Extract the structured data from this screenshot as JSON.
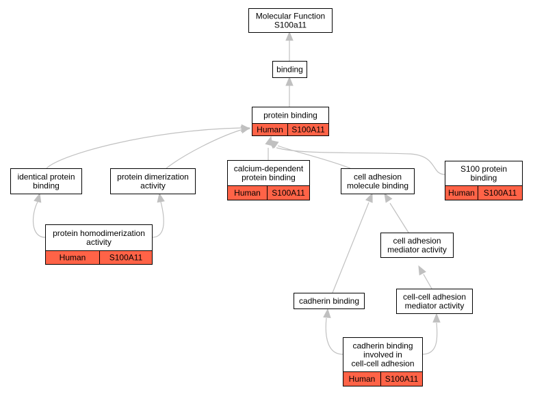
{
  "diagram": {
    "annotation_fill": "#ff6347",
    "edge_color": "#c0c0c0",
    "nodes": [
      {
        "id": "mf",
        "lines": [
          "Molecular Function",
          "S100a11"
        ]
      },
      {
        "id": "binding",
        "lines": [
          "binding"
        ]
      },
      {
        "id": "pb",
        "lines": [
          "protein binding"
        ],
        "annotation": [
          "Human",
          "S100A11"
        ]
      },
      {
        "id": "ipb",
        "lines": [
          "identical protein",
          "binding"
        ]
      },
      {
        "id": "pda",
        "lines": [
          "protein dimerization",
          "activity"
        ]
      },
      {
        "id": "cdpb",
        "lines": [
          "calcium-dependent",
          "protein binding"
        ],
        "annotation": [
          "Human",
          "S100A11"
        ]
      },
      {
        "id": "camb",
        "lines": [
          "cell adhesion",
          "molecule binding"
        ]
      },
      {
        "id": "s100",
        "lines": [
          "S100 protein",
          "binding"
        ],
        "annotation": [
          "Human",
          "S100A11"
        ]
      },
      {
        "id": "phda",
        "lines": [
          "protein homodimerization",
          "activity"
        ],
        "annotation": [
          "Human",
          "S100A11"
        ]
      },
      {
        "id": "cama",
        "lines": [
          "cell adhesion",
          "mediator activity"
        ]
      },
      {
        "id": "cb",
        "lines": [
          "cadherin binding"
        ]
      },
      {
        "id": "ccama",
        "lines": [
          "cell-cell adhesion",
          "mediator activity"
        ]
      },
      {
        "id": "cbicca",
        "lines": [
          "cadherin binding",
          "involved in",
          "cell-cell adhesion"
        ],
        "annotation": [
          "Human",
          "S100A11"
        ]
      }
    ],
    "edges": [
      {
        "from": "binding",
        "to": "mf"
      },
      {
        "from": "pb",
        "to": "binding"
      },
      {
        "from": "ipb",
        "to": "pb"
      },
      {
        "from": "pda",
        "to": "pb"
      },
      {
        "from": "cdpb",
        "to": "pb"
      },
      {
        "from": "camb",
        "to": "pb"
      },
      {
        "from": "s100",
        "to": "pb"
      },
      {
        "from": "phda",
        "to": "ipb"
      },
      {
        "from": "phda",
        "to": "pda"
      },
      {
        "from": "cama",
        "to": "camb"
      },
      {
        "from": "cb",
        "to": "camb"
      },
      {
        "from": "ccama",
        "to": "cama"
      },
      {
        "from": "cbicca",
        "to": "cb"
      },
      {
        "from": "cbicca",
        "to": "ccama"
      }
    ]
  }
}
